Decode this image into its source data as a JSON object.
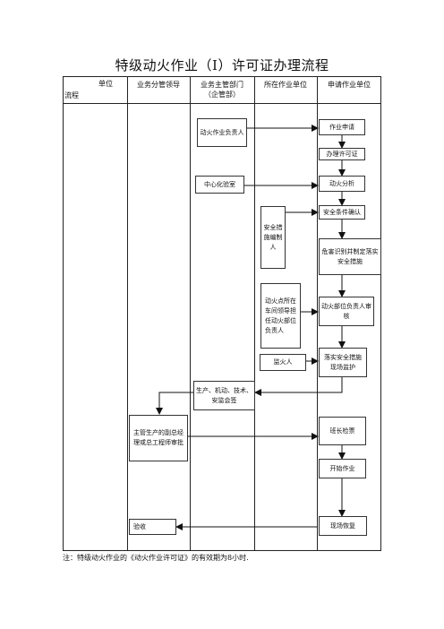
{
  "title": "特级动火作业（Ⅰ）许可证办理流程",
  "header": {
    "corner_top": "单位",
    "corner_bottom": "流程",
    "col1": "业务分管领导",
    "col2_line1": "业务主管部门",
    "col2_line2": "（企管部）",
    "col3": "所在作业单位",
    "col4": "申请作业单位"
  },
  "boxes": {
    "hot_work_leader": "动火作业负责人",
    "central_lab": "中心化验室",
    "measure_author": "安全措施编制人",
    "area_leader": "动火点所在车间领导担任动火部位负责人",
    "fire_watcher": "监火人",
    "joint_signoff": "生产、机动、技术、安监会签",
    "vp_approval": "主管生产的副总经理或总工程师审批",
    "acceptance": "验收",
    "apply": "作业申请",
    "permit": "办理许可证",
    "analysis": "动火分析",
    "safety_confirm": "安全条件确认",
    "hazard_identify": "危害识别并制定落实安全措施",
    "part_leader_review": "动火部位负责人审核",
    "implement_safety": "落实安全措施现场监护",
    "shift_inspection": "班长检票",
    "start_work": "开始作业",
    "site_restore": "现场恢复"
  },
  "note": "注：特级动火作业的《动火作业许可证》的有效期为8小时."
}
